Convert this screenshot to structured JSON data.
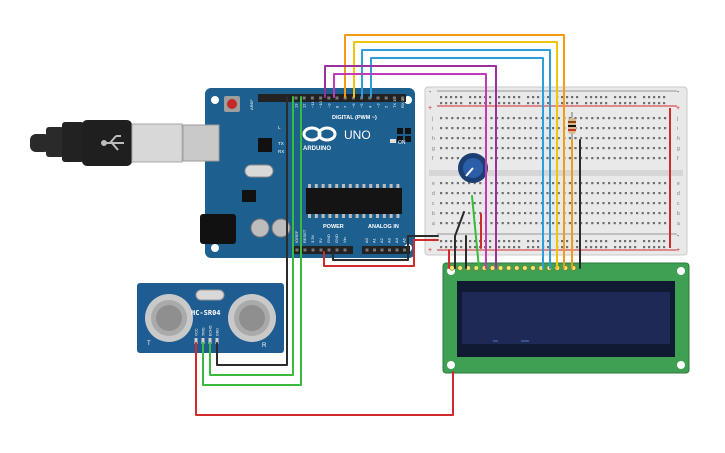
{
  "arduino": {
    "brand_label": "ARDUINO",
    "model_label": "UNO",
    "digital_header_label": "DIGITAL (PWM ~)",
    "power_label": "POWER",
    "analog_label": "ANALOG IN",
    "on_label": "ON",
    "tx_label": "TX",
    "rx_label": "RX",
    "l_label": "L",
    "aref_label": "AREF",
    "power_pins": [
      "IOREF",
      "RESET",
      "3.3V",
      "5V",
      "GND",
      "GND",
      "Vin"
    ],
    "analog_pins": [
      "A0",
      "A1",
      "A2",
      "A3",
      "A4",
      "A5"
    ],
    "digital_pins": [
      "13",
      "12",
      "~11",
      "~10",
      "~9",
      "8",
      "7",
      "~6",
      "~5",
      "4",
      "~3",
      "2",
      "TX 1",
      "RX 0"
    ],
    "board_color": "#1d5f8f",
    "infinity_logo_color": "#ffffff"
  },
  "sensor": {
    "model_label": "HC-SR04",
    "pin_labels": [
      "VCC",
      "TRIG",
      "ECHO",
      "GND"
    ],
    "corner_left": "T",
    "corner_right": "R"
  },
  "breadboard": {
    "rail_plus": "+",
    "rail_minus": "-",
    "row_letters_top": [
      "j",
      "i",
      "h",
      "g",
      "f"
    ],
    "row_letters_bottom": [
      "e",
      "d",
      "c",
      "b",
      "a"
    ]
  },
  "lcd": {
    "screen_color": "#1e2a55",
    "pcb_color": "#3f9f53"
  },
  "wire_colors": {
    "red": "#d12a2a",
    "black": "#2b2b2b",
    "green": "#3bbb3b",
    "orange": "#f39c12",
    "yellow": "#f1c40f",
    "blue": "#2e9ed8",
    "purple": "#9b2f9b",
    "magenta": "#c23ab7"
  }
}
